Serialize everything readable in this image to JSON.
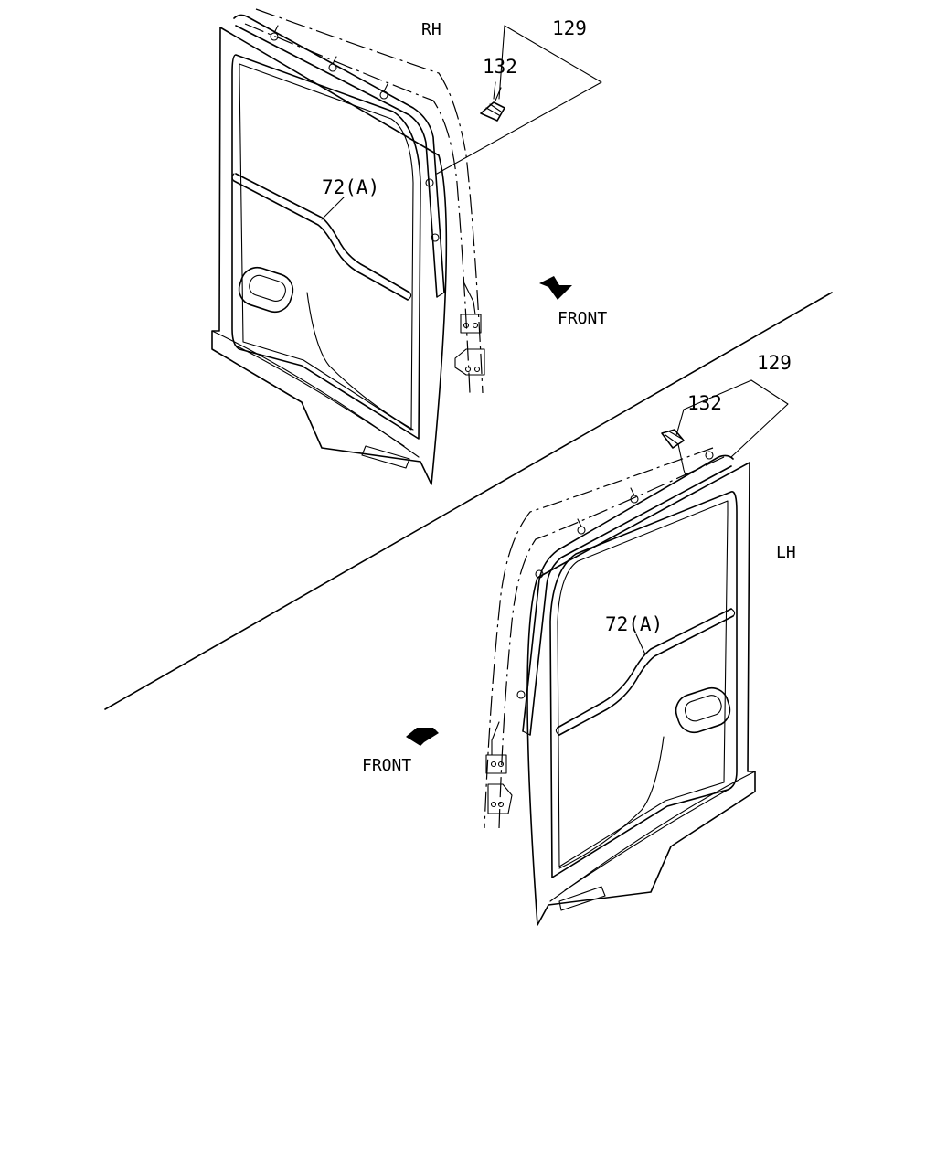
{
  "rh_panel": {
    "side_label": "RH",
    "callouts": {
      "seal": "129",
      "clip": "132",
      "molding": "72(A)"
    },
    "front_label": "FRONT"
  },
  "lh_panel": {
    "side_label": "LH",
    "callouts": {
      "seal": "129",
      "clip": "132",
      "molding": "72(A)"
    },
    "front_label": "FRONT"
  },
  "icons": {
    "front_arrow": "arrow-icon"
  },
  "colors": {
    "line": "#000000",
    "background": "#ffffff"
  }
}
